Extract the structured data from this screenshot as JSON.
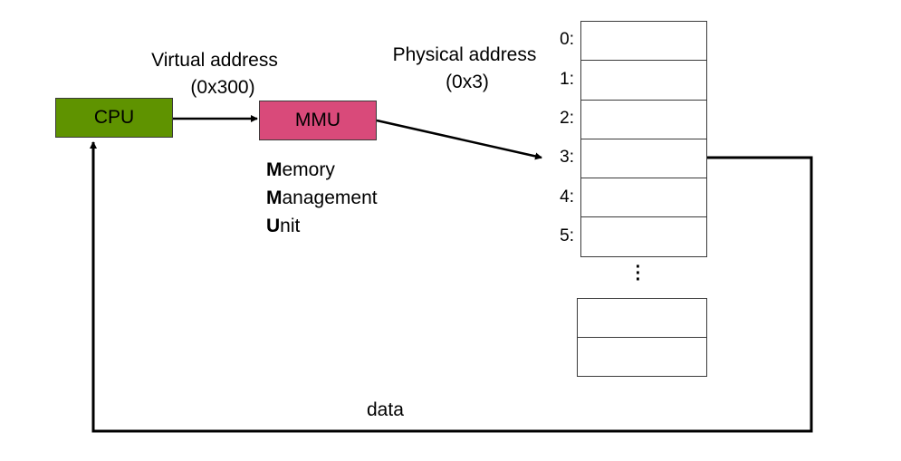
{
  "diagram": {
    "cpu": {
      "label": "CPU",
      "color": "#5f9300"
    },
    "mmu": {
      "label": "MMU",
      "color": "#d94a7a"
    },
    "virtual_address": {
      "title": "Virtual address",
      "value": "(0x300)"
    },
    "physical_address": {
      "title": "Physical address",
      "value": "(0x3)"
    },
    "mmu_expansion": [
      {
        "initial": "M",
        "rest": "emory"
      },
      {
        "initial": "M",
        "rest": "anagement"
      },
      {
        "initial": "U",
        "rest": "nit"
      }
    ],
    "memory": {
      "addresses": [
        "0:",
        "1:",
        "2:",
        "3:",
        "4:",
        "5:"
      ],
      "ellipsis": "⋮",
      "trailing_cells": 2,
      "target_row": "3:"
    },
    "return_path_label": "data"
  }
}
